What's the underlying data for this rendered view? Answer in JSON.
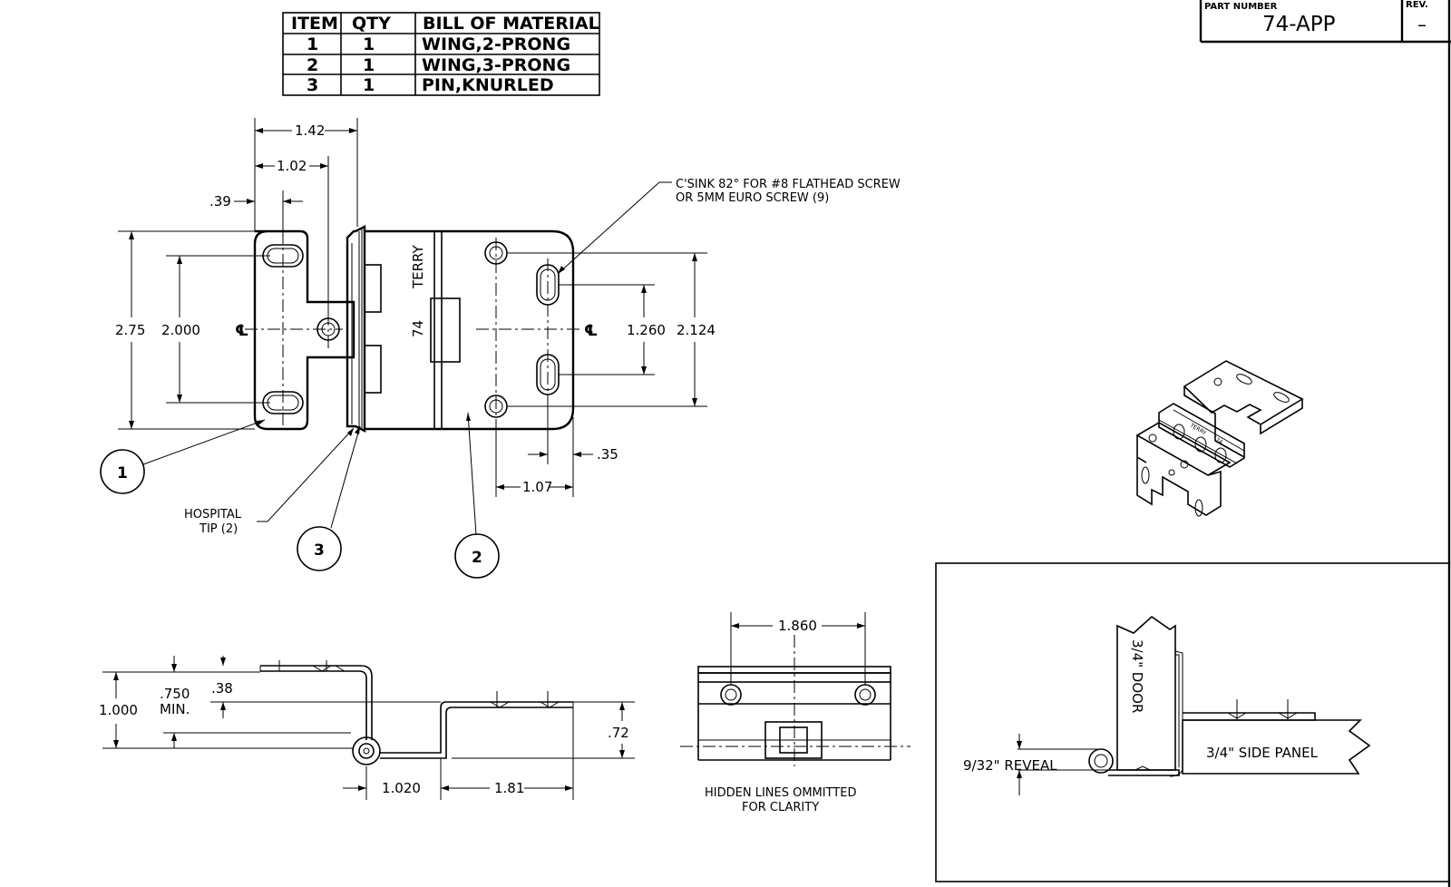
{
  "title_block": {
    "part_number_label": "PART NUMBER",
    "part_number": "74-APP",
    "rev_label": "REV.",
    "rev": "–"
  },
  "bom": {
    "headers": [
      "ITEM",
      "QTY",
      "BILL OF MATERIAL"
    ],
    "rows": [
      {
        "item": "1",
        "qty": "1",
        "desc": "WING,2-PRONG"
      },
      {
        "item": "2",
        "qty": "1",
        "desc": "WING,3-PRONG"
      },
      {
        "item": "3",
        "qty": "1",
        "desc": "PIN,KNURLED"
      }
    ]
  },
  "front_view": {
    "dim_overall_width": "1.42",
    "dim_slot_to_pin": "1.02",
    "dim_slot_offset": ".39",
    "dim_height": "2.75",
    "dim_slot_spacing_left": "2.000",
    "dim_slot_spacing_right": "1.260",
    "dim_hole_spacing_right": "2.124",
    "dim_right_wing_width": "1.07",
    "dim_right_slot_offset": ".35",
    "centerline_symbol": "℄",
    "stamp_brand": "TERRY",
    "stamp_number": "74",
    "note_countersink_line1": "C'SINK 82° FOR #8 FLATHEAD SCREW",
    "note_countersink_line2": "OR 5MM EURO SCREW (9)",
    "note_tip_line1": "HOSPITAL",
    "note_tip_line2": "TIP (2)",
    "balloons": [
      "1",
      "3",
      "2"
    ]
  },
  "side_view": {
    "dim_overall_height": "1.000",
    "dim_min_line1": ".750",
    "dim_min_line2": "MIN.",
    "dim_flange": ".38",
    "dim_right_height": ".72",
    "dim_pin_offset": "1.020",
    "dim_wing_length": "1.81"
  },
  "end_view": {
    "dim_hole_spacing": "1.860",
    "note_line1": "HIDDEN LINES OMMITTED",
    "note_line2": "FOR CLARITY"
  },
  "install_view": {
    "door_label": "3/4\" DOOR",
    "panel_label": "3/4\" SIDE PANEL",
    "reveal_label": "9/32\" REVEAL"
  }
}
